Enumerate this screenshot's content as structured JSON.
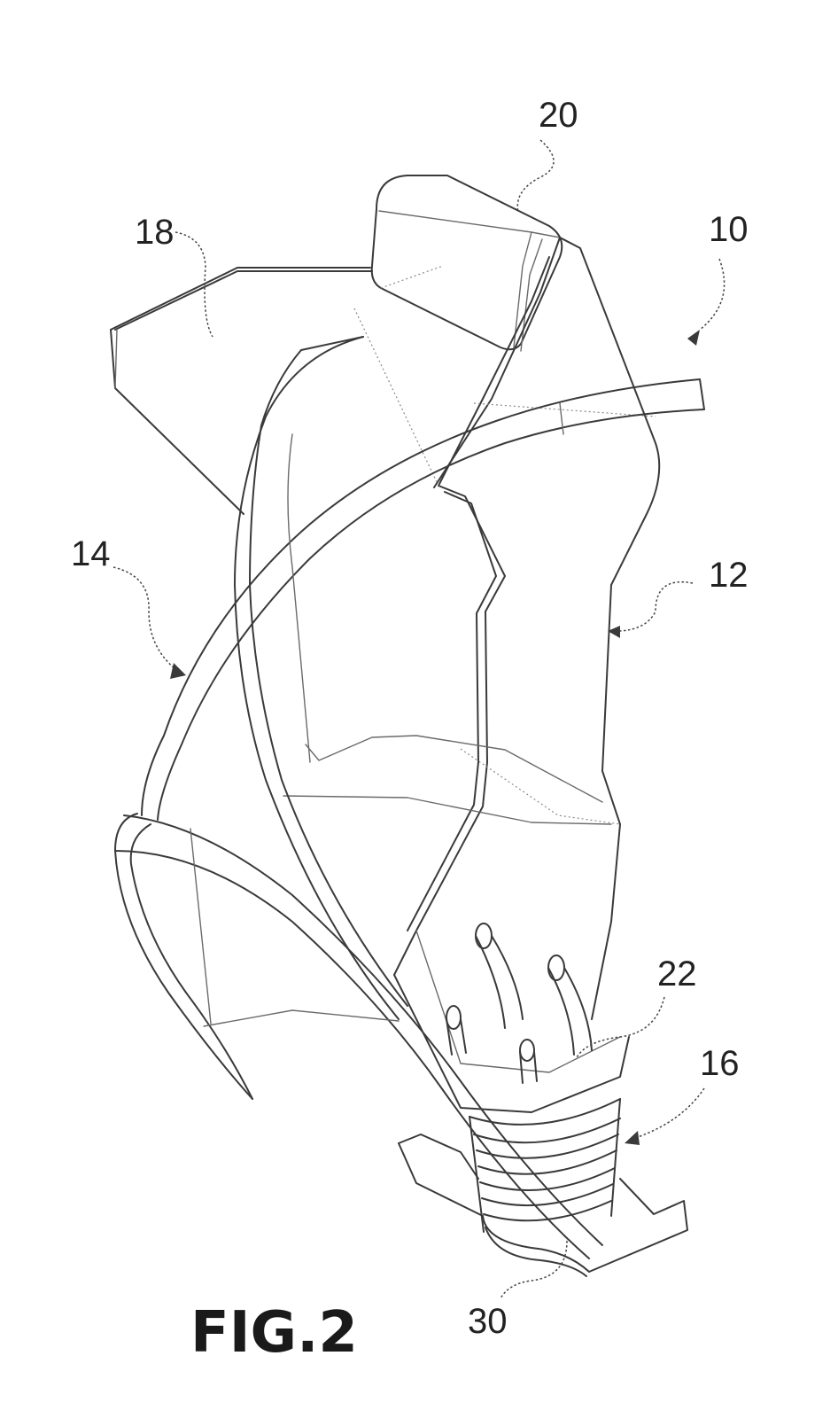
{
  "figure_label": "FIG.2",
  "reference_numerals": {
    "n10": "10",
    "n12": "12",
    "n14": "14",
    "n16": "16",
    "n18": "18",
    "n20": "20",
    "n22": "22",
    "n30": "30"
  },
  "colors": {
    "line": "#3a3a3a",
    "background": "#ffffff"
  }
}
